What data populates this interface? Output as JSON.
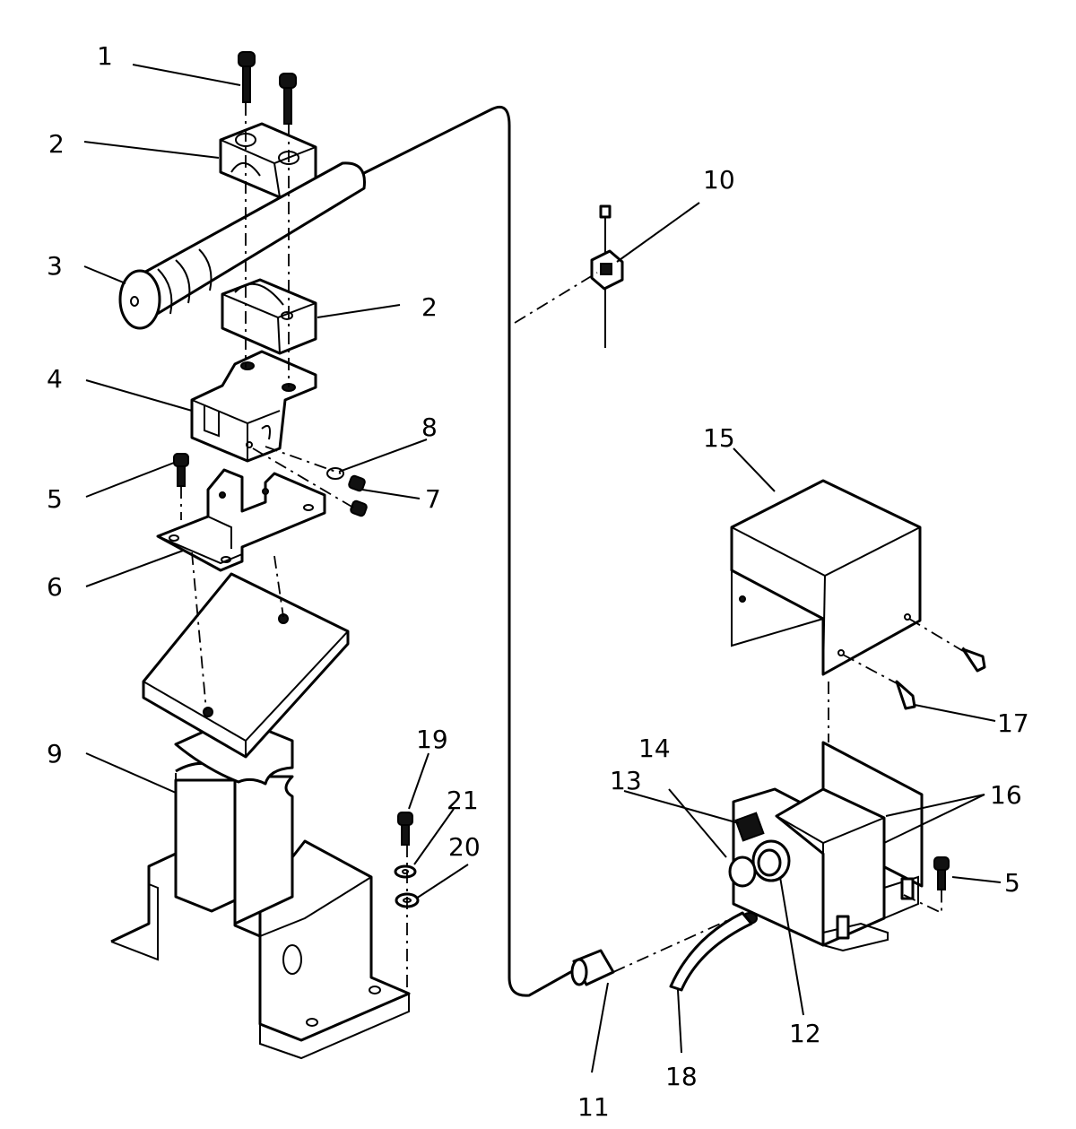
{
  "callouts": [
    {
      "id": "c1",
      "text": "1"
    },
    {
      "id": "c2a",
      "text": "2"
    },
    {
      "id": "c2b",
      "text": "2"
    },
    {
      "id": "c3",
      "text": "3"
    },
    {
      "id": "c4",
      "text": "4"
    },
    {
      "id": "c5a",
      "text": "5"
    },
    {
      "id": "c5b",
      "text": "5"
    },
    {
      "id": "c6",
      "text": "6"
    },
    {
      "id": "c7",
      "text": "7"
    },
    {
      "id": "c8",
      "text": "8"
    },
    {
      "id": "c9",
      "text": "9"
    },
    {
      "id": "c10",
      "text": "10"
    },
    {
      "id": "c11",
      "text": "11"
    },
    {
      "id": "c12",
      "text": "12"
    },
    {
      "id": "c13",
      "text": "13"
    },
    {
      "id": "c14",
      "text": "14"
    },
    {
      "id": "c15",
      "text": "15"
    },
    {
      "id": "c16",
      "text": "16"
    },
    {
      "id": "c17",
      "text": "17"
    },
    {
      "id": "c18",
      "text": "18"
    },
    {
      "id": "c19",
      "text": "19"
    },
    {
      "id": "c20",
      "text": "20"
    },
    {
      "id": "c21",
      "text": "21"
    }
  ]
}
